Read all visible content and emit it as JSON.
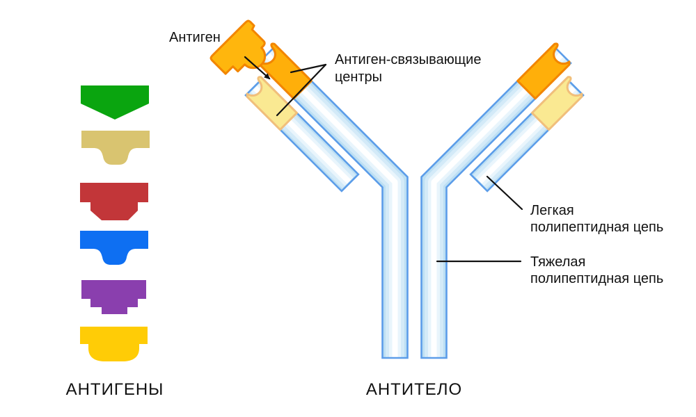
{
  "labels": {
    "antigen": "Антиген",
    "binding_centers_line1": "Антиген-связывающие",
    "binding_centers_line2": "центры",
    "light_chain_line1": "Легкая",
    "light_chain_line2": "полипептидная цепь",
    "heavy_chain_line1": "Тяжелая",
    "heavy_chain_line2": "полипептидная цепь"
  },
  "antigens": {
    "caption": "АНТИГЕНЫ",
    "items": [
      {
        "name": "green-chevron",
        "color": "#0AA50F"
      },
      {
        "name": "tan-notched",
        "color": "#D9C470"
      },
      {
        "name": "red-beveled",
        "color": "#C23639"
      },
      {
        "name": "blue-notched",
        "color": "#0E6FF2"
      },
      {
        "name": "purple-stepped",
        "color": "#8A3FAE"
      },
      {
        "name": "yellow-round",
        "color": "#FFCC06"
      }
    ]
  },
  "antibody": {
    "caption": "АНТИТЕЛО"
  },
  "colors": {
    "chain_outline": "#5C9DE9",
    "chain_fill": "#BCDFF3",
    "heavy_tip_fill": "#FFAF0A",
    "heavy_tip_stroke": "#F28500",
    "light_tip_fill": "#FAE992",
    "light_tip_stroke": "#F1BF7B",
    "floating_antigen_fill": "#FFB60D",
    "floating_antigen_stroke": "#F28500",
    "label_color": "#111111",
    "callout_color": "#111111"
  }
}
